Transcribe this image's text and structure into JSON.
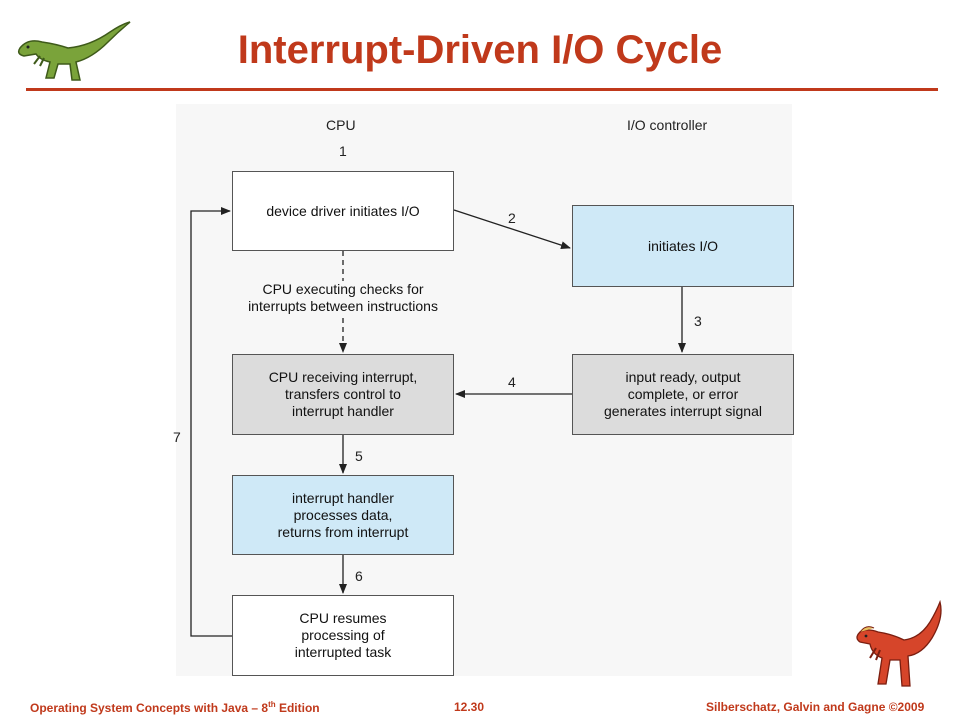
{
  "header": {
    "title": "Interrupt-Driven I/O Cycle"
  },
  "diagram": {
    "column_labels": {
      "cpu": "CPU",
      "io": "I/O controller"
    },
    "boxes": {
      "driver": "device driver initiates I/O",
      "io_init": "initiates I/O",
      "receive": "CPU receiving interrupt,\ntransfers control to\ninterrupt handler",
      "io_ready": "input ready, output\ncomplete, or error\ngenerates interrupt signal",
      "handler": "interrupt handler\nprocesses data,\nreturns from interrupt",
      "resume": "CPU resumes\nprocessing of\ninterrupted task"
    },
    "note": "CPU executing checks for\ninterrupts between instructions",
    "steps": [
      "1",
      "2",
      "3",
      "4",
      "5",
      "6",
      "7"
    ]
  },
  "footer": {
    "left_main": "Operating System Concepts  with Java – 8",
    "left_sup": "th",
    "left_end": " Edition",
    "center": "12.30",
    "right": "Silberschatz, Galvin and Gagne ©2009"
  },
  "colors": {
    "accent": "#c0391b",
    "blue_box": "#cfe9f7",
    "gray_box": "#dcdcdc"
  },
  "icons": [
    "green-dinosaur-icon",
    "red-dinosaur-icon"
  ]
}
